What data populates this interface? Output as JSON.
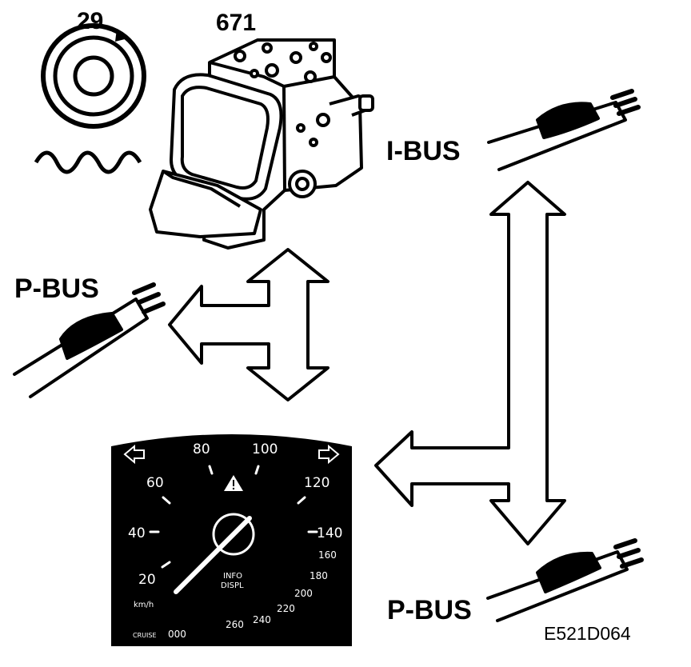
{
  "labels": {
    "sensor_number": "29",
    "module_number": "671",
    "ibus": "I-BUS",
    "pbus_left": "P-BUS",
    "pbus_bottom": "P-BUS",
    "figure_code": "E521D064"
  },
  "speedometer": {
    "major_ticks": [
      "20",
      "40",
      "60",
      "80",
      "100",
      "120",
      "140"
    ],
    "minor_ticks": [
      "160",
      "180",
      "200",
      "220",
      "240",
      "260"
    ],
    "unit": "km/h",
    "info_line1": "INFO",
    "info_line2": "DISPL",
    "cruise": "CRUISE",
    "odometer": "000"
  },
  "colors": {
    "ink": "#000000",
    "paper": "#ffffff"
  }
}
